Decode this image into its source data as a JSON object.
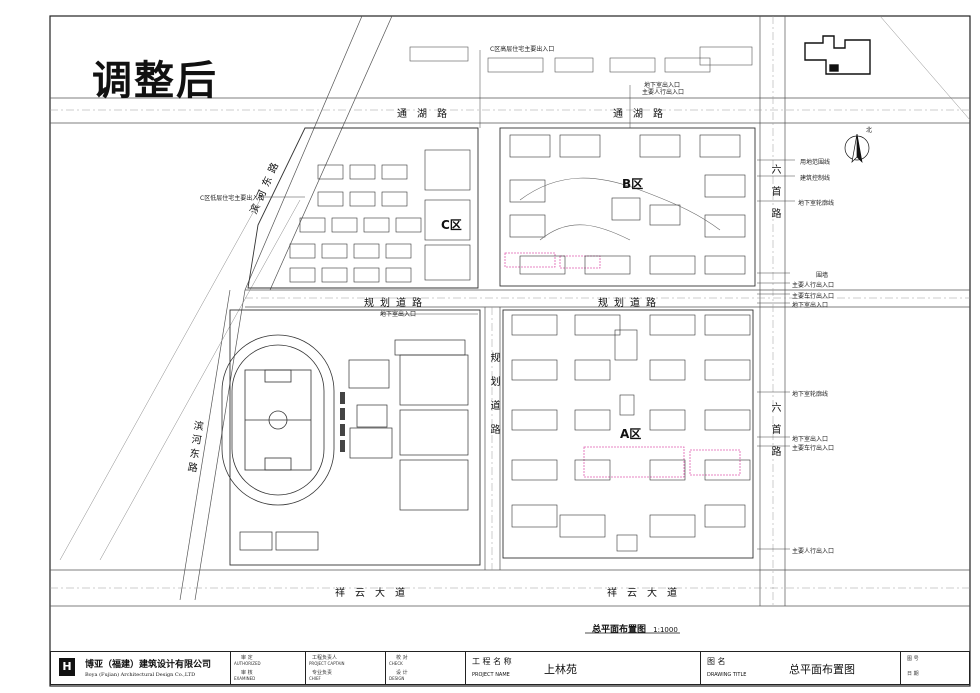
{
  "heading": "调整后",
  "roads": {
    "tonghu_left": "通湖路",
    "tonghu_right": "通湖路",
    "guihua_left": "规划道路",
    "guihua_right": "规划道路",
    "guihua_vertical": "规划道路",
    "xiangyun_left": "祥云大道",
    "xiangyun_right": "祥云大道",
    "binhe_upper": "滨河东路",
    "binhe_lower": "滨河东路",
    "liushou_upper": "六首路",
    "liushou_lower": "六首路"
  },
  "zones": {
    "a": "A区",
    "b": "B区",
    "c": "C区"
  },
  "annotations": {
    "c_high_entrance": "C区高层住宅主要出入口",
    "c_low_entrance": "C区低层住宅主要出入口",
    "garage_entrance_b": "地下室出入口",
    "main_ped_b": "主要人行出入口",
    "garage_entrance_planned": "地下室出入口",
    "land_line": "用地范围线",
    "building_line": "建筑控制线",
    "basement_line": "地下室轮廓线",
    "wall": "围墙",
    "ped_right_1": "主要人行出入口",
    "vehicle_right": "主要车行出入口",
    "garage_right_1": "地下室出入口",
    "basement_line_2": "地下室轮廓线",
    "garage_right_2": "地下室出入口",
    "vehicle_right_2": "主要车行出入口",
    "ped_right_2": "主要人行出入口",
    "north": "北"
  },
  "drawing_caption": "总平面布置图",
  "scale": "1:1000",
  "title_block": {
    "company_cn": "博亚（福建）建筑设计有限公司",
    "company_en": "Boya (Fujian) Architectural Design Co.,LTD",
    "approve": "审 定",
    "approve_en": "AUTHORIZED",
    "review": "审 核",
    "review_en": "EXAMINED",
    "captain": "工程负责人",
    "captain_en": "PROJECT CAPTAIN",
    "chief": "专业负责",
    "chief_en": "CHIEF",
    "check": "校 对",
    "check_en": "CHECK",
    "design": "设 计",
    "design_en": "DESIGN",
    "project_name_label": "工 程 名 称",
    "project_name_en": "PROJECT NAME",
    "project_name": "上林苑",
    "drawing_title_label": "图 名",
    "drawing_title_en": "DRAWING TITLE",
    "drawing_title": "总平面布置图",
    "number_label": "图 号",
    "date_label": "日 期"
  }
}
